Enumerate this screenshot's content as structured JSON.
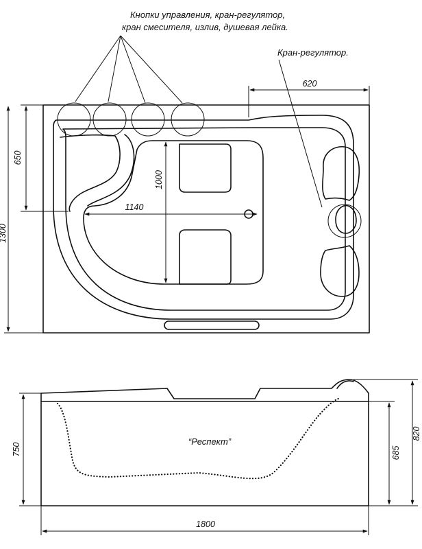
{
  "annotations": {
    "controls_line1": "Кнопки управления, кран-регулятор,",
    "controls_line2": "кран смесителя, излив, душевая лейка.",
    "valve": "Кран-регулятор."
  },
  "model_name": "“Респект”",
  "top_view": {
    "dims": {
      "width_right": "620",
      "depth_left": "650",
      "total_height": "1300",
      "inner_length": "1000",
      "inner_width": "1140"
    }
  },
  "side_view": {
    "dims": {
      "left_height": "750",
      "inner_height": "685",
      "total_height": "820",
      "length": "1800"
    }
  }
}
